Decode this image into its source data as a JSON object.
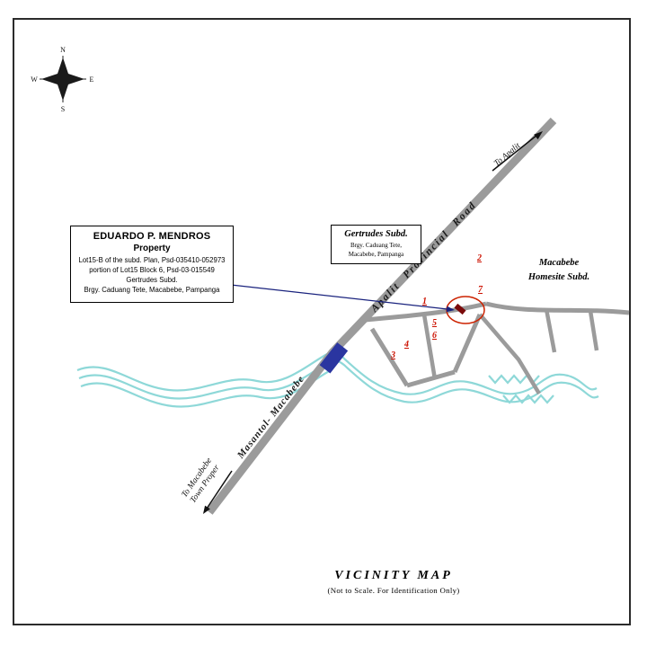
{
  "map": {
    "title": "VICINITY MAP",
    "subtitle": "(Not to Scale. For Identification Only)",
    "compass": {
      "n": "N",
      "e": "E",
      "s": "S",
      "w": "W"
    },
    "property_box": {
      "title": "EDUARDO P. MENDROS",
      "subtitle": "Property",
      "lines": [
        "Lot15-B of the subd. Plan, Psd-035410-052973",
        "portion of Lot15 Block 6, Psd-03-015549",
        "Gertrudes Subd.",
        "Brgy. Caduang Tete, Macabebe, Pampanga"
      ]
    },
    "gertrudes_box": {
      "title": "Gertrudes Subd.",
      "lines": [
        "Brgy. Caduang Tete,",
        "Macabebe, Pampanga"
      ]
    },
    "homesite_label": {
      "line1": "Macabebe",
      "line2": "Homesite Subd."
    },
    "road_labels": {
      "apalit_provincial": "Apalit Provincial Road",
      "masantol_macabebe": "Masantol- Macabebe",
      "to_apalit": "To Apalit",
      "to_macabebe_line1": "To Macabebe",
      "to_macabebe_line2": "Town Proper"
    },
    "lot_numbers": [
      "1",
      "2",
      "3",
      "4",
      "5",
      "6",
      "7"
    ],
    "colors": {
      "road": "#9b9b9b",
      "river": "#8ed8d8",
      "bridge": "#2a35a0",
      "lot_number_red": "#cc1100",
      "marker_red": "#cc2200",
      "pointer_blue": "#1a237e"
    }
  }
}
